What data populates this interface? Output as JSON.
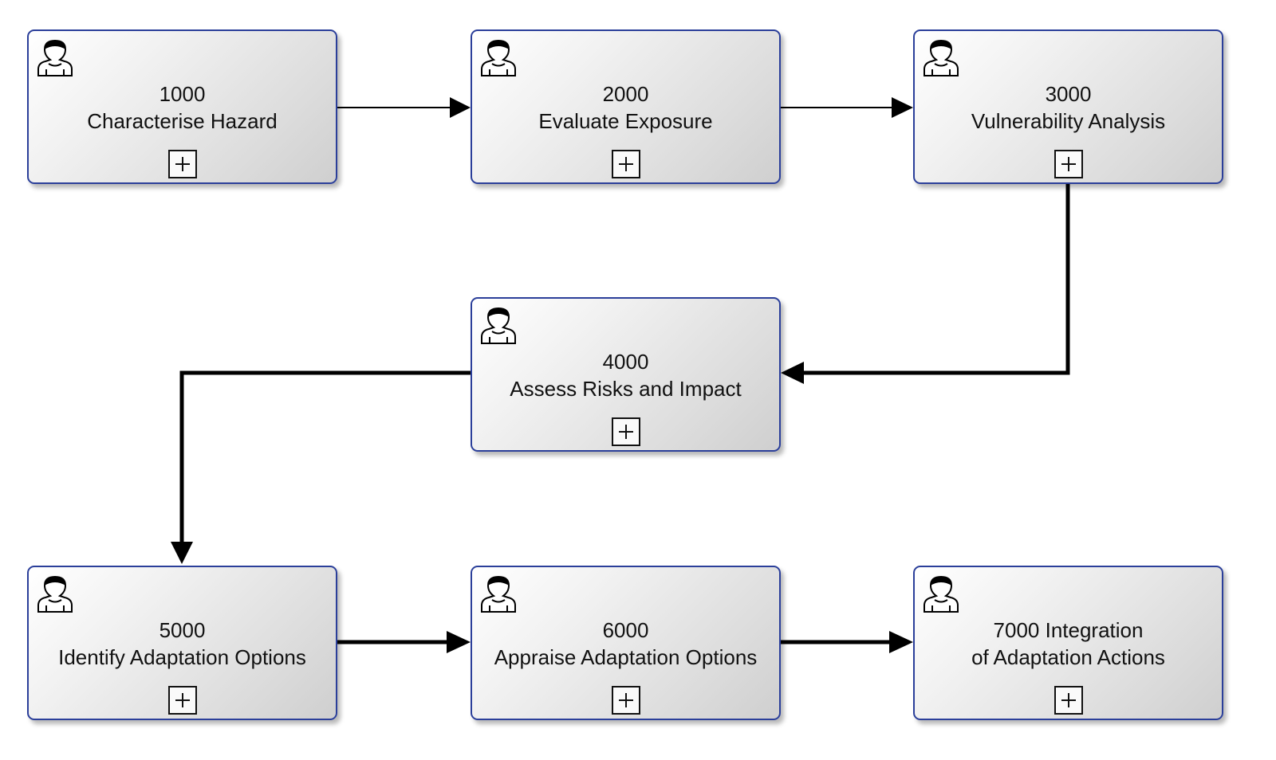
{
  "diagram": {
    "tasks": [
      {
        "id": "t1",
        "number": "1000",
        "title": "Characterise Hazard",
        "icon": "user-icon",
        "marker": "expand-subprocess-icon"
      },
      {
        "id": "t2",
        "number": "2000",
        "title": "Evaluate Exposure",
        "icon": "user-icon",
        "marker": "expand-subprocess-icon"
      },
      {
        "id": "t3",
        "number": "3000",
        "title": "Vulnerability Analysis",
        "icon": "user-icon",
        "marker": "expand-subprocess-icon"
      },
      {
        "id": "t4",
        "number": "4000",
        "title": "Assess Risks and Impact",
        "icon": "user-icon",
        "marker": "expand-subprocess-icon"
      },
      {
        "id": "t5",
        "number": "5000",
        "title": "Identify Adaptation Options",
        "icon": "user-icon",
        "marker": "expand-subprocess-icon"
      },
      {
        "id": "t6",
        "number": "6000",
        "title": "Appraise Adaptation Options",
        "icon": "user-icon",
        "marker": "expand-subprocess-icon"
      },
      {
        "id": "t7",
        "line1": "7000 Integration",
        "line2": "of Adaptation Actions",
        "icon": "user-icon",
        "marker": "expand-subprocess-icon"
      }
    ],
    "flows": [
      {
        "from": "1000",
        "to": "2000"
      },
      {
        "from": "2000",
        "to": "3000"
      },
      {
        "from": "3000",
        "to": "4000"
      },
      {
        "from": "4000",
        "to": "5000"
      },
      {
        "from": "5000",
        "to": "6000"
      },
      {
        "from": "6000",
        "to": "7000"
      }
    ],
    "colors": {
      "task_border": "#2b3f9a",
      "connector": "#000000"
    }
  }
}
